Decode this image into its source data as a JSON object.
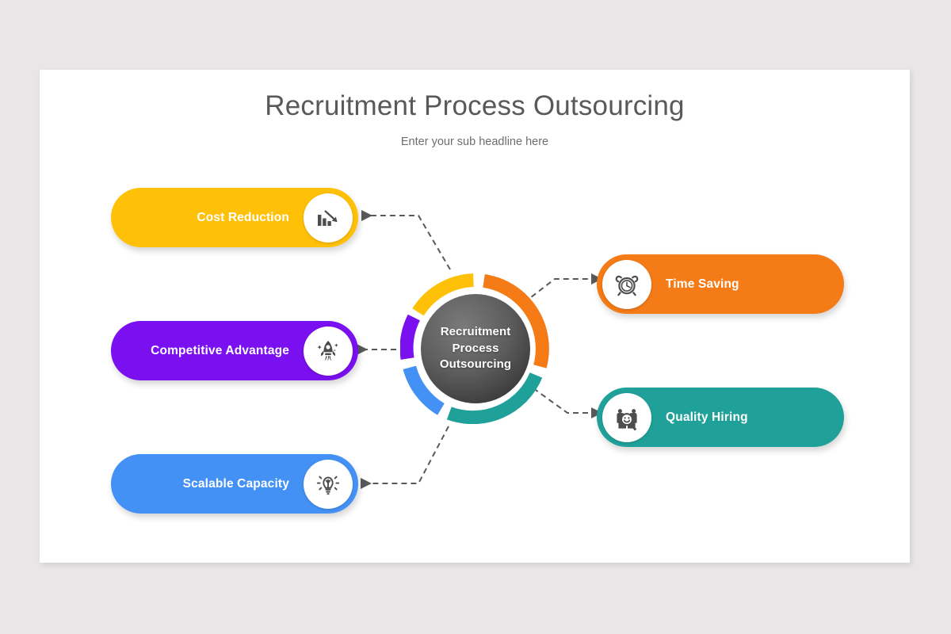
{
  "background_color": "#e8e6e7",
  "slide": {
    "title": "Recruitment Process Outsourcing",
    "subtitle": "Enter your sub headline here",
    "card_color": "#ffffff"
  },
  "center": {
    "label_line_1": "Recruitment",
    "label_line_2": "Process",
    "label_line_3": "Outsourcing",
    "core_color_from": "#6e6e6e",
    "core_color_to": "#3b3b3b",
    "ring_segments": [
      {
        "name": "cost-reduction-segment",
        "color": "#ffc107",
        "start_deg": 268,
        "end_deg": 340
      },
      {
        "name": "time-saving-segment",
        "color": "#f47b16",
        "start_deg": 346,
        "end_deg": 56
      },
      {
        "name": "quality-hiring-segment",
        "color": "#1fa199",
        "start_deg": 62,
        "end_deg": 128
      },
      {
        "name": "scalable-capacity-segment",
        "color": "#4391f5",
        "start_deg": 134,
        "end_deg": 196
      },
      {
        "name": "competitive-advantage-segment",
        "color": "#7a0ff0",
        "start_deg": 202,
        "end_deg": 262
      }
    ]
  },
  "connector_color": "#58595b",
  "items": [
    {
      "id": "cost-reduction",
      "label": "Cost Reduction",
      "color": "#ffc107",
      "side": "left",
      "icon": "declining-bar-chart-icon"
    },
    {
      "id": "competitive-advantage",
      "label": "Competitive Advantage",
      "color": "#7a0ff0",
      "side": "left",
      "icon": "rocket-icon"
    },
    {
      "id": "scalable-capacity",
      "label": "Scalable Capacity",
      "color": "#4391f5",
      "side": "left",
      "icon": "lightbulb-icon"
    },
    {
      "id": "time-saving",
      "label": "Time Saving",
      "color": "#f47b16",
      "side": "right",
      "icon": "alarm-clock-icon"
    },
    {
      "id": "quality-hiring",
      "label": "Quality Hiring",
      "color": "#1fa199",
      "side": "right",
      "icon": "people-search-icon"
    }
  ]
}
